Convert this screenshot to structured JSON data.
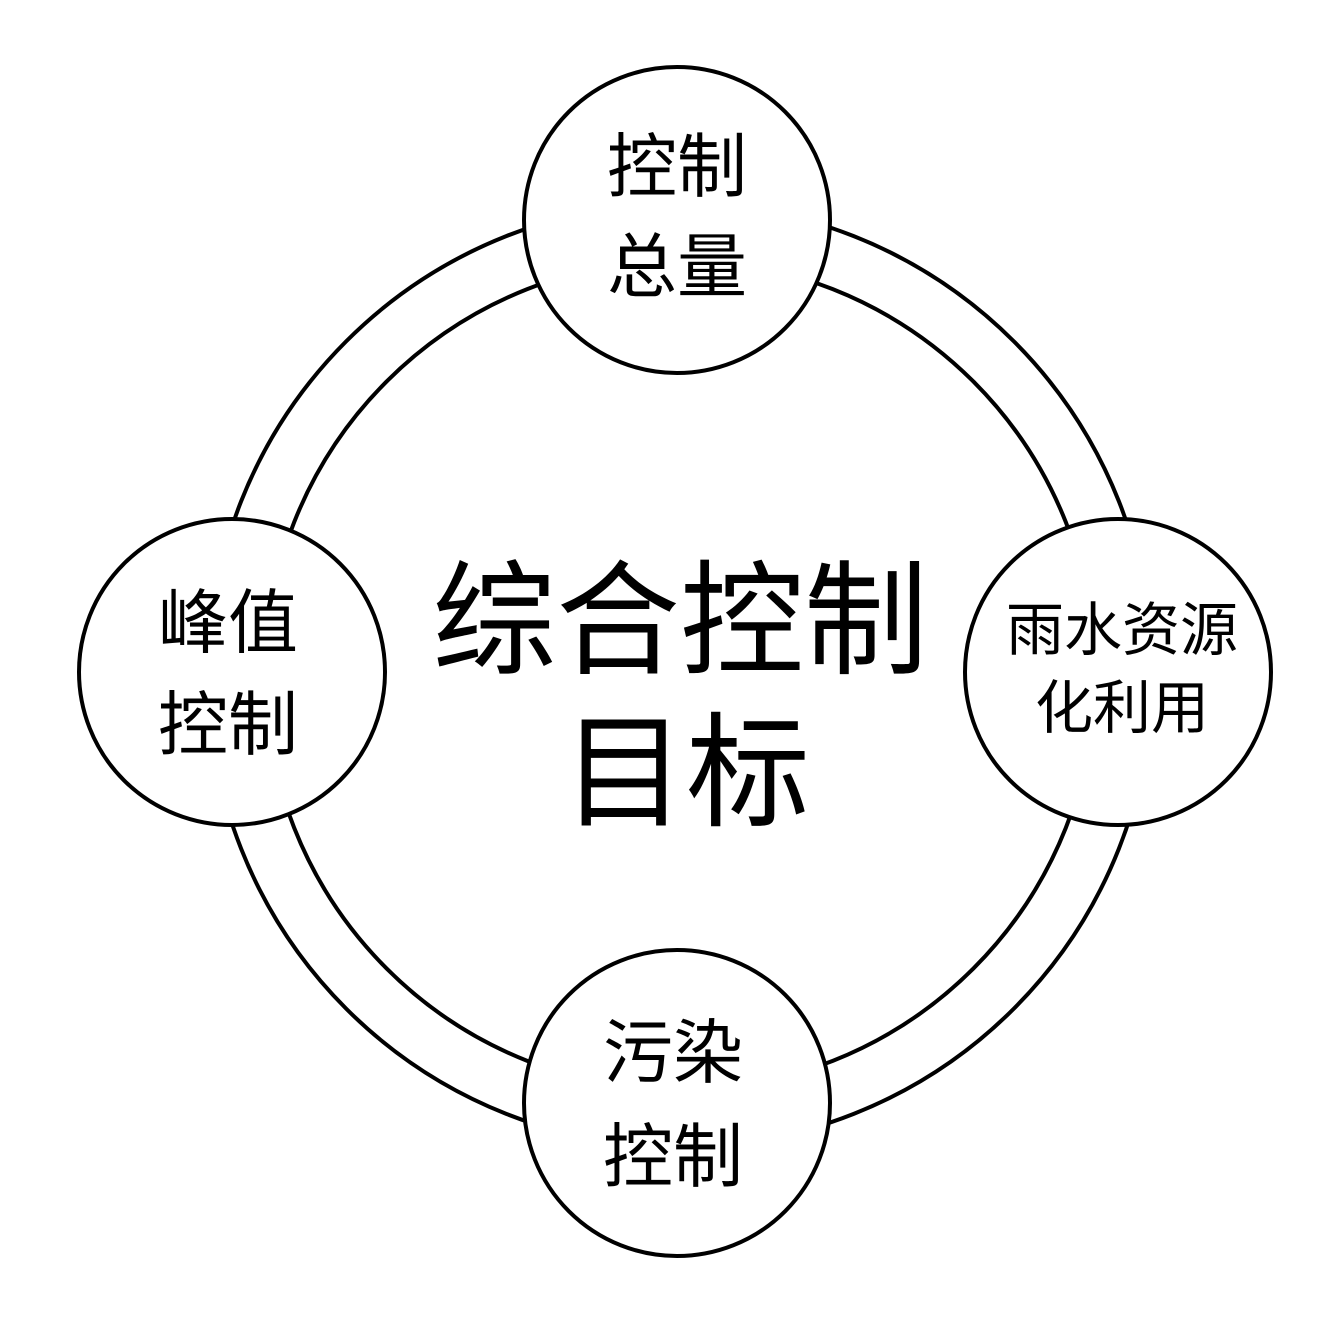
{
  "center": {
    "line1": "综合控制",
    "line2": "目标"
  },
  "nodes": {
    "top": {
      "line1": "控制",
      "line2": "总量"
    },
    "left": {
      "line1": "峰值",
      "line2": "控制"
    },
    "right": {
      "line1": "雨水资源",
      "line2": "化利用"
    },
    "bottom": {
      "line1": "污染",
      "line2": "控制"
    }
  },
  "colors": {
    "stroke": "#000000",
    "background": "#ffffff"
  }
}
